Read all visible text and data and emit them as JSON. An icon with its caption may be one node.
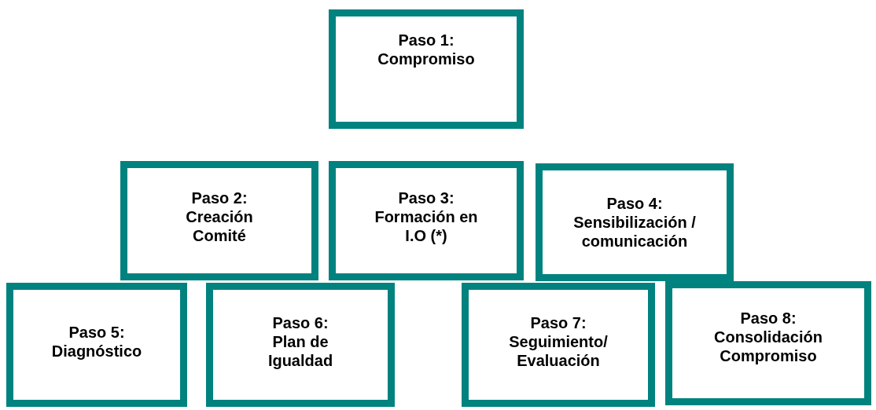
{
  "diagram": {
    "nodes": [
      {
        "text": [
          "Paso 1:",
          "Compromiso"
        ]
      },
      {
        "text": [
          "Paso 2:",
          "Creación Comité"
        ]
      },
      {
        "text": [
          "Paso 3:",
          "Formación en I.O (*)"
        ]
      },
      {
        "text": [
          "Paso 4:",
          "Sensibilización / comunicación"
        ]
      },
      {
        "text": [
          "Paso 5:",
          "Diagnóstico"
        ]
      },
      {
        "text": [
          "Paso 6:",
          "Plan de Igualdad"
        ]
      },
      {
        "text": [
          "Paso 7:",
          "Seguimiento/ Evaluación"
        ]
      },
      {
        "text": [
          "Paso 8:",
          "Consolidación Compromiso"
        ]
      }
    ]
  }
}
